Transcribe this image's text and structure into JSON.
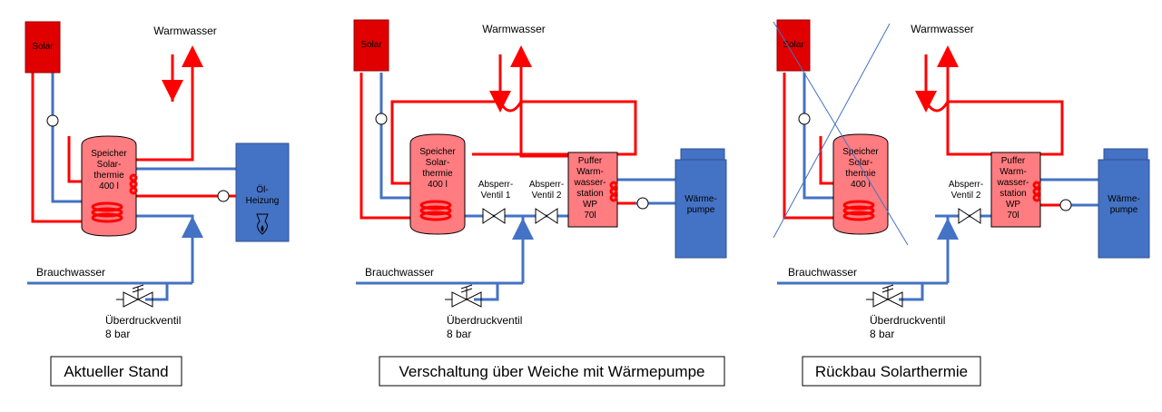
{
  "panels": [
    {
      "solar": "Solar",
      "warmwasser": "Warmwasser",
      "tank": [
        "Speicher",
        "Solar-",
        "thermie",
        "400 l"
      ],
      "heater": [
        "Öl-",
        "Heizung"
      ],
      "brauchwasser": "Brauchwasser",
      "valve": [
        "Überdruckventil",
        "8 bar"
      ],
      "caption": "Aktueller Stand"
    },
    {
      "solar": "Solar",
      "warmwasser": "Warmwasser",
      "tank": [
        "Speicher",
        "Solar-",
        "thermie",
        "400 l"
      ],
      "shutoff1": [
        "Absperr-",
        "Ventil 1"
      ],
      "shutoff2": [
        "Absperr-",
        "Ventil 2"
      ],
      "buffer": [
        "Puffer",
        "Warm-",
        "wasser-",
        "station",
        "WP",
        "70l"
      ],
      "heatpump": [
        "Wärme-",
        "pumpe"
      ],
      "brauchwasser": "Brauchwasser",
      "valve": [
        "Überdruckventil",
        "8 bar"
      ],
      "caption": "Verschaltung über Weiche mit Wärmepumpe"
    },
    {
      "solar": "Solar",
      "warmwasser": "Warmwasser",
      "tank": [
        "Speicher",
        "Solar-",
        "thermie",
        "400 l"
      ],
      "shutoff2": [
        "Absperr-",
        "Ventil 2"
      ],
      "buffer": [
        "Puffer",
        "Warm-",
        "wasser-",
        "station",
        "WP",
        "70l"
      ],
      "heatpump": [
        "Wärme-",
        "pumpe"
      ],
      "brauchwasser": "Brauchwasser",
      "valve": [
        "Überdruckventil",
        "8 bar"
      ],
      "caption": "Rückbau Solarthermie"
    }
  ],
  "colors": {
    "hot_pipe": "#ff0000",
    "cold_pipe": "#4472c4",
    "tank_fill": "#ff7c80",
    "solar_fill": "#e00000",
    "heater_fill": "#4472c4"
  },
  "icons": [
    "pump-icon",
    "flame-icon",
    "shutoff-valve-icon",
    "pressure-relief-valve-icon",
    "strike-through-icon"
  ]
}
